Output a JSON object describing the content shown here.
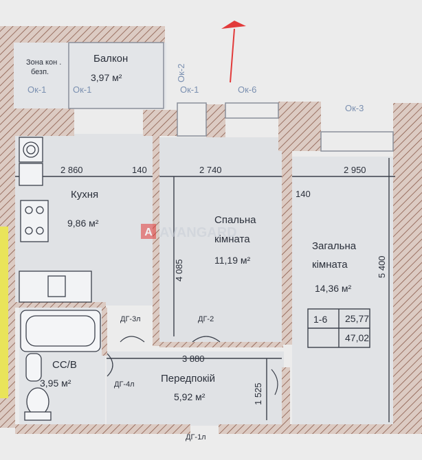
{
  "rooms": {
    "zone": {
      "line1": "Зона кон .",
      "line2": "безп."
    },
    "balcony": {
      "name": "Балкон",
      "area": "3,97 м²"
    },
    "kitchen": {
      "name": "Кухня",
      "area": "9,86 м²"
    },
    "bedroom": {
      "line1": "Спальна",
      "line2": "кімната",
      "area": "11,19 м²"
    },
    "living": {
      "line1": "Загальна",
      "line2": "кімната",
      "area": "14,36 м²"
    },
    "bath": {
      "name": "СС/В",
      "area": "3,95 м²"
    },
    "hall": {
      "name": "Передпокій",
      "area": "5,92 м²"
    }
  },
  "dimensions": {
    "kitchen_width": "2 860",
    "wall_1": "140",
    "bedroom_width": "2 740",
    "wall_2": "140",
    "living_width": "2 950",
    "bedroom_depth": "4 085",
    "living_depth": "5 400",
    "hall_width": "3 880",
    "hall_depth": "1 525"
  },
  "openings": {
    "ok1_a": "Ок-1",
    "ok1_b": "Ок-1",
    "ok2": "Ок-2",
    "ok6": "Ок-6",
    "ok3": "Ок-3",
    "dg3": "ДГ-3л",
    "dg2": "ДГ-2",
    "dg4": "ДГ-4л",
    "dg1": "ДГ-1л"
  },
  "summary": {
    "code": "1-6",
    "living_area": "25,77",
    "total_area": "47,02"
  },
  "watermark": "AVANGARD",
  "colors": {
    "wall_fill": "#d9c8c0",
    "hatch": "#8a5a4a",
    "floor": "#dfe1e4",
    "accent": "#e23a3a"
  }
}
